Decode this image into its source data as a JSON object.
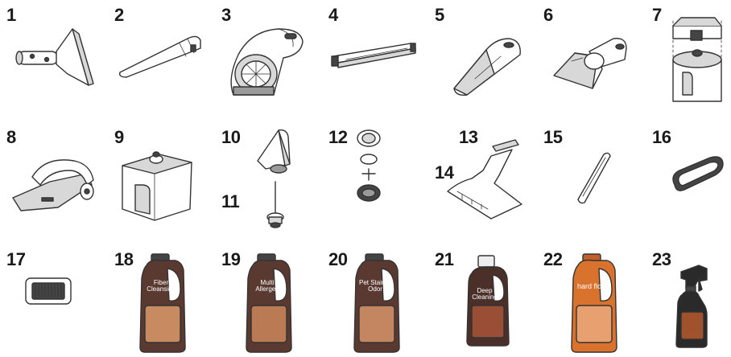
{
  "parts": [
    {
      "number": "1"
    },
    {
      "number": "2"
    },
    {
      "number": "3"
    },
    {
      "number": "4"
    },
    {
      "number": "5"
    },
    {
      "number": "6"
    },
    {
      "number": "7"
    },
    {
      "number": "8"
    },
    {
      "number": "9"
    },
    {
      "number": "10"
    },
    {
      "number": "11"
    },
    {
      "number": "12"
    },
    {
      "number": "13"
    },
    {
      "number": "14"
    },
    {
      "number": "15"
    },
    {
      "number": "16"
    },
    {
      "number": "17"
    },
    {
      "number": "18"
    },
    {
      "number": "19"
    },
    {
      "number": "20"
    },
    {
      "number": "21"
    },
    {
      "number": "22"
    },
    {
      "number": "23"
    }
  ],
  "bottle_labels": {
    "b18": "Fiber Cleansing",
    "b19": "Multi Allergen",
    "b20": "Pet Stain & Odor",
    "b21": "Deep Cleaning",
    "b22": "hard floor"
  },
  "colors": {
    "number_text": "#1a1a1a",
    "line_art": "#333333",
    "bottle_dark": "#5a3a30",
    "bottle_orange": "#d9722c",
    "bottle_amber": "#b0552a",
    "spray_dark": "#2a2a2a"
  }
}
